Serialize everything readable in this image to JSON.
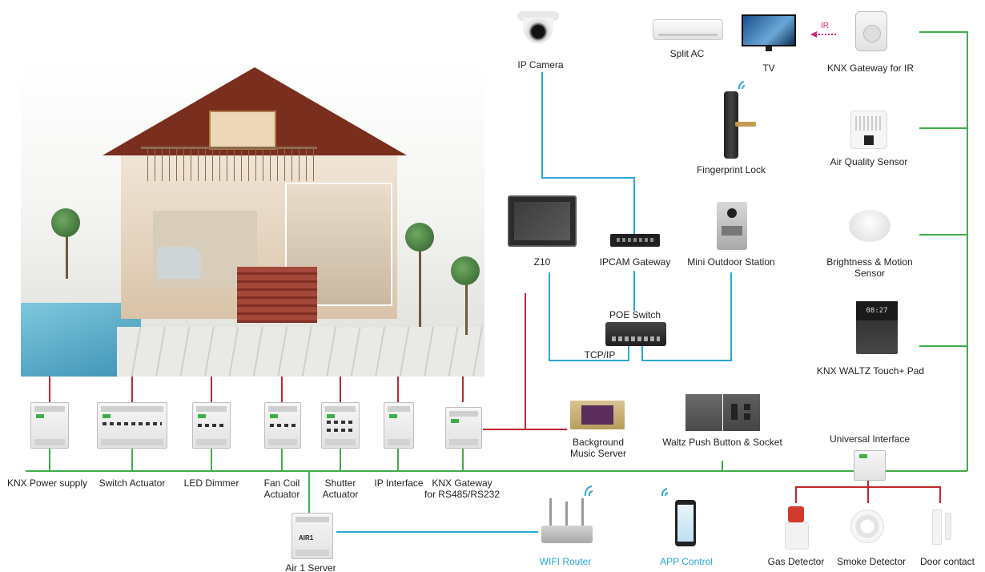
{
  "labels": {
    "ip_camera": "IP Camera",
    "split_ac": "Split AC",
    "tv": "TV",
    "ir_mark": "IR",
    "knx_gateway_ir": "KNX Gateway for IR",
    "fingerprint_lock": "Fingerprint  Lock",
    "air_quality_sensor": "Air Quality Sensor",
    "z10": "Z10",
    "ipcam_gateway": "IPCAM Gateway",
    "mini_outdoor_station": "Mini Outdoor Station",
    "brightness_motion_1": "Brightness & Motion",
    "brightness_motion_2": "Sensor",
    "poe_switch": "POE Switch",
    "tcp_ip": "TCP/IP",
    "knx_waltz_touch": "KNX WALTZ Touch+ Pad",
    "touch_time": "08:27",
    "knx_power_supply": "KNX Power supply",
    "switch_actuator": "Switch Actuator",
    "led_dimmer": "LED Dimmer",
    "fan_coil_1": "Fan Coil",
    "fan_coil_2": "Actuator",
    "shutter_1": "Shutter",
    "shutter_2": "Actuator",
    "ip_interface": "IP Interface",
    "knx_gateway_rs_1": "KNX Gateway",
    "knx_gateway_rs_2": "for RS485/RS232",
    "bg_music_1": "Background",
    "bg_music_2": "Music Server",
    "waltz_push": "Waltz Push Button & Socket",
    "universal_interface": "Universal Interface",
    "air1_server": "Air 1 Server",
    "air1_badge": "AIR1",
    "wifi_router": "WIFI Router",
    "app_control": "APP Control",
    "gas_detector": "Gas Detector",
    "smoke_detector": "Smoke Detector",
    "door_contact": "Door contact"
  },
  "colors": {
    "knx_bus": "#3fae49",
    "ethernet": "#2aa8d8",
    "audio": "#c1272d",
    "ir": "#d6247a"
  },
  "icons": {
    "wifi": "wifi-icon",
    "ir": "ir-arrow-icon"
  }
}
